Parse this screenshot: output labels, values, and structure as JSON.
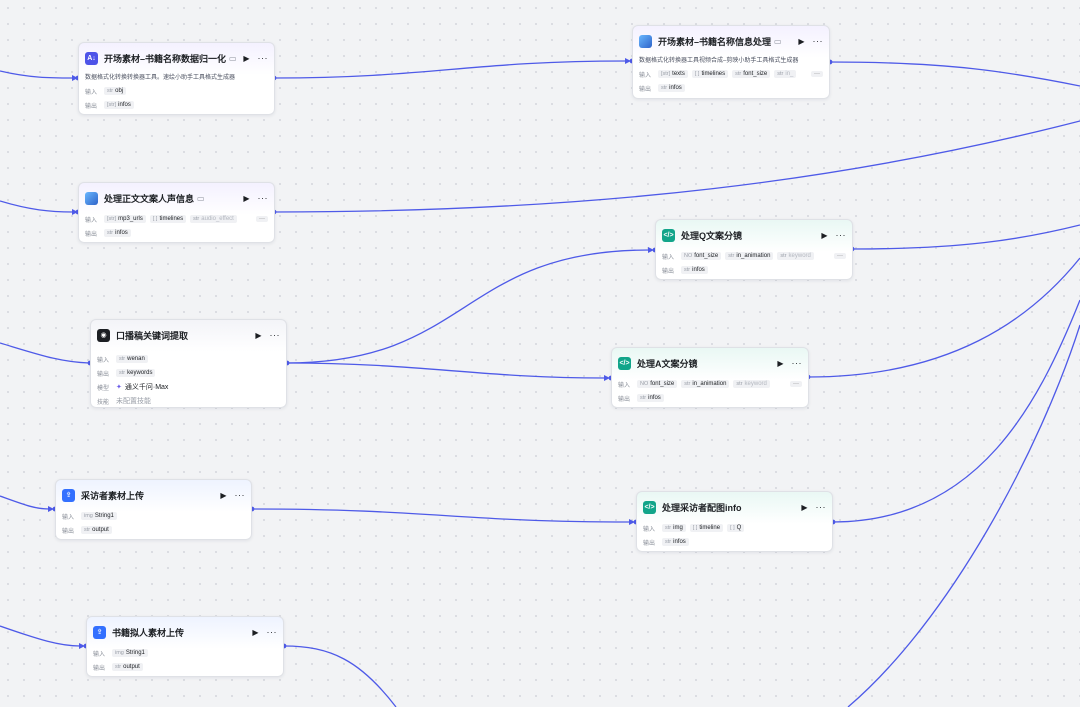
{
  "labels": {
    "input": "输入",
    "output": "输出",
    "model": "模型",
    "skill": "技能"
  },
  "nodes": [
    {
      "id": "n1",
      "icon_name": "text-format-icon",
      "icon_text": "A↓",
      "title": "开场素材–书籍名称数据归一化",
      "desc": "数据格式化转换转换器工具。速绘小助手工具格式生成器",
      "inputs": [
        {
          "type": "str",
          "name": "obj"
        }
      ],
      "outputs": [
        {
          "type": "[str]",
          "name": "infos"
        }
      ]
    },
    {
      "id": "n2",
      "icon_name": "photo-plugin-icon",
      "icon_text": "",
      "title": "开场素材–书籍名称信息处理",
      "desc": "数据格式化转换器工具视频合成–剪映小助手工具格式生成器",
      "inputs": [
        {
          "type": "[str]",
          "name": "texts"
        },
        {
          "type": "[ ]",
          "name": "timelines"
        },
        {
          "type": "str",
          "name": "font_size"
        },
        {
          "type": "str",
          "name": "in_"
        }
      ],
      "outputs": [
        {
          "type": "str",
          "name": "infos"
        }
      ]
    },
    {
      "id": "n3",
      "icon_name": "photo-plugin-icon",
      "icon_text": "",
      "title": "处理正文文案人声信息",
      "desc": "",
      "inputs": [
        {
          "type": "[str]",
          "name": "mp3_urls"
        },
        {
          "type": "[ ]",
          "name": "timelines"
        },
        {
          "type": "str",
          "name": "audio_effect"
        }
      ],
      "outputs": [
        {
          "type": "str",
          "name": "infos"
        }
      ]
    },
    {
      "id": "n4",
      "icon_name": "code-icon",
      "icon_text": "</>",
      "title": "处理Q文案分镜",
      "desc": "",
      "inputs": [
        {
          "type": "NO",
          "name": "font_size"
        },
        {
          "type": "str",
          "name": "in_animation"
        },
        {
          "type": "str",
          "name": "keyword"
        }
      ],
      "outputs": [
        {
          "type": "str",
          "name": "infos"
        }
      ]
    },
    {
      "id": "n5",
      "icon_name": "llm-icon",
      "icon_text": "◉",
      "title": "口播稿关键词提取",
      "desc": "",
      "inputs": [
        {
          "type": "str",
          "name": "wenan"
        }
      ],
      "outputs": [
        {
          "type": "str",
          "name": "keywords"
        }
      ],
      "model": "通义千问·Max",
      "skill": "未配置技能"
    },
    {
      "id": "n6",
      "icon_name": "code-icon",
      "icon_text": "</>",
      "title": "处理A文案分镜",
      "desc": "",
      "inputs": [
        {
          "type": "NO",
          "name": "font_size"
        },
        {
          "type": "str",
          "name": "in_animation"
        },
        {
          "type": "str",
          "name": "keyword"
        }
      ],
      "outputs": [
        {
          "type": "str",
          "name": "infos"
        }
      ]
    },
    {
      "id": "n7",
      "icon_name": "upload-icon",
      "icon_text": "⇪",
      "title": "采访者素材上传",
      "desc": "",
      "inputs": [
        {
          "type": "img",
          "name": "String1"
        }
      ],
      "outputs": [
        {
          "type": "str",
          "name": "output"
        }
      ]
    },
    {
      "id": "n8",
      "icon_name": "code-icon",
      "icon_text": "</>",
      "title": "处理采访者配图info",
      "desc": "",
      "inputs": [
        {
          "type": "str",
          "name": "img"
        },
        {
          "type": "[ ]",
          "name": "timeline"
        },
        {
          "type": "[ ]",
          "name": "Q"
        }
      ],
      "outputs": [
        {
          "type": "str",
          "name": "infos"
        }
      ]
    },
    {
      "id": "n9",
      "icon_name": "upload-icon",
      "icon_text": "⇪",
      "title": "书籍拟人素材上传",
      "desc": "",
      "inputs": [
        {
          "type": "img",
          "name": "String1"
        }
      ],
      "outputs": [
        {
          "type": "str",
          "name": "output"
        }
      ]
    }
  ]
}
